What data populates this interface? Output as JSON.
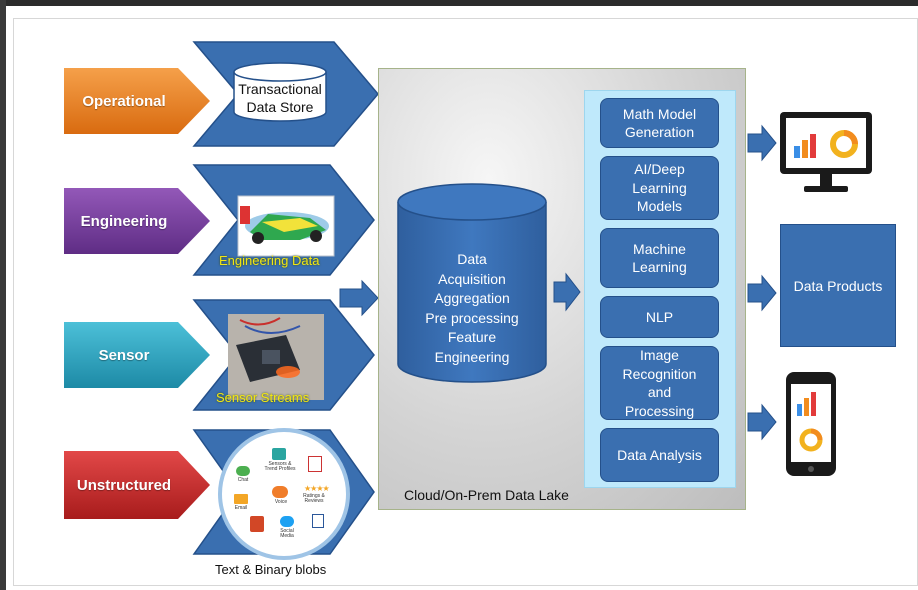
{
  "sources": {
    "operational": "Operational",
    "engineering": "Engineering",
    "sensor": "Sensor",
    "unstructured": "Unstructured"
  },
  "stores": {
    "transactional_line1": "Transactional",
    "transactional_line2": "Data Store",
    "engineering_data": "Engineering Data",
    "sensor_streams": "Sensor Streams",
    "text_binary": "Text & Binary blobs"
  },
  "blob_icons": {
    "chat": "Chat",
    "email": "Email",
    "voice": "Voice",
    "social_media": "Social Media",
    "feeds": "Sensors & Trend Profiles",
    "ratings": "Ratings & Reviews"
  },
  "lake": {
    "caption": "Cloud/On-Prem Data Lake",
    "cylinder_lines": [
      "Data",
      "Acquisition",
      "Aggregation",
      "Pre processing",
      "Feature",
      "Engineering"
    ]
  },
  "models": [
    "Math Model\nGeneration",
    "AI/Deep\nLearning\nModels",
    "Machine\nLearning",
    "NLP",
    "Image\nRecognition\nand\nProcessing",
    "Data Analysis"
  ],
  "outputs": {
    "data_products": "Data Products"
  },
  "colors": {
    "operational": "#e8821e",
    "engineering": "#7a3fa0",
    "sensor": "#2ba6c2",
    "unstructured": "#c92b2b",
    "chevron_blue": "#3a6fb0",
    "panel": "#bfe9fb"
  }
}
